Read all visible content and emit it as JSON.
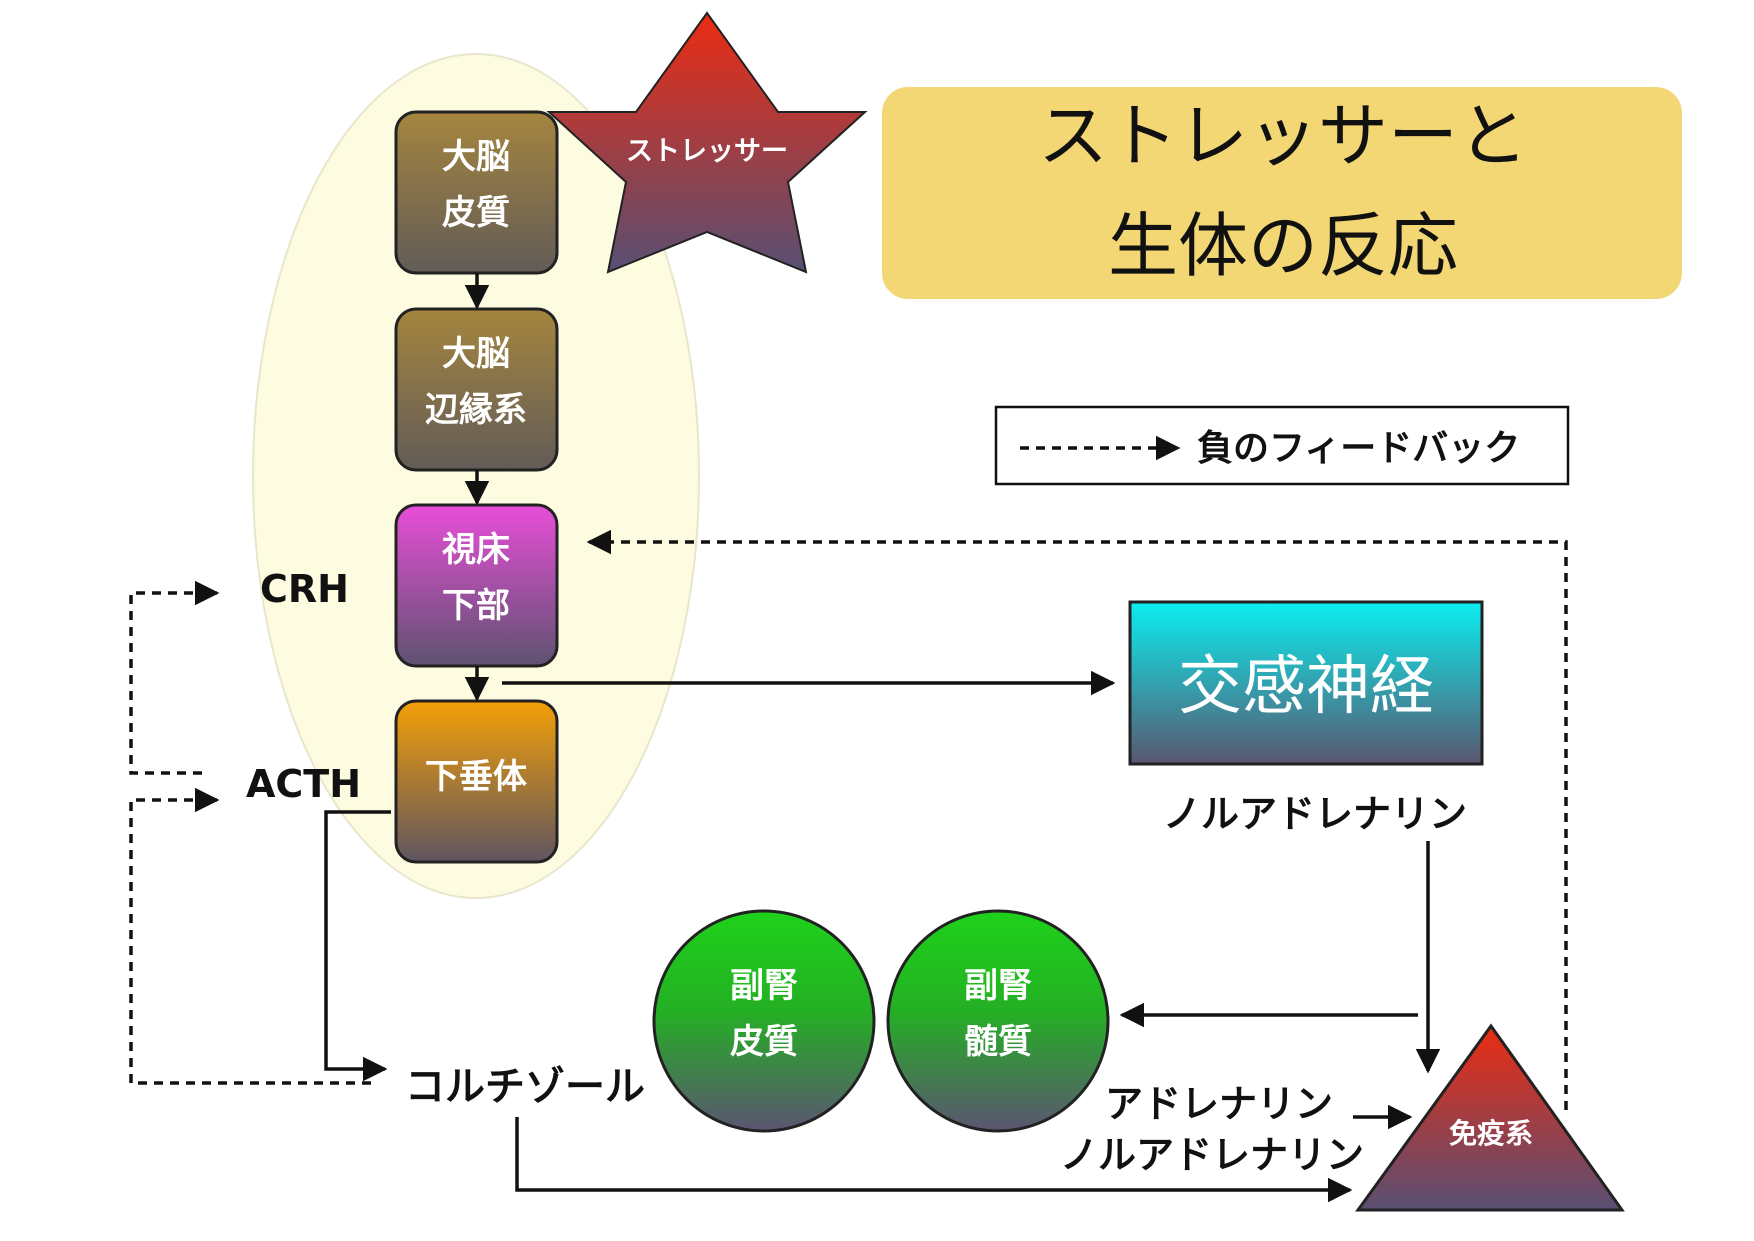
{
  "title": {
    "line1": "ストレッサーと",
    "line2": "生体の反応"
  },
  "stressor": {
    "label": "ストレッサー"
  },
  "legend": {
    "label": "負のフィードバック"
  },
  "boxes": {
    "cortex": {
      "line1": "大脳",
      "line2": "皮質"
    },
    "limbic": {
      "line1": "大脳",
      "line2": "辺縁系"
    },
    "hypothalamus": {
      "line1": "視床",
      "line2": "下部"
    },
    "pituitary": {
      "line1": "下垂体"
    },
    "sympathetic": {
      "label": "交感神経"
    }
  },
  "adrenal": {
    "cortex": {
      "line1": "副腎",
      "line2": "皮質"
    },
    "medulla": {
      "line1": "副腎",
      "line2": "髄質"
    }
  },
  "immune": {
    "label": "免疫系"
  },
  "hormones": {
    "crh": "CRH",
    "acth": "ACTH",
    "cortisol": "コルチゾール",
    "noradrenaline": "ノルアドレナリン",
    "adrenaline_line1": "アドレナリン",
    "adrenaline_line2": "ノルアドレナリン"
  },
  "colors": {
    "title_panel": "#f3d774",
    "brain_ellipse": "#fdfce1",
    "brown_box": "#a5853e",
    "magenta_box": "#e84ed8",
    "orange_box": "#f39f06",
    "cyan_box": "#0aeef0",
    "green_circle": "#1ed21a",
    "red_shape": "#e82c16",
    "bottom_tint": "#5b5471"
  }
}
